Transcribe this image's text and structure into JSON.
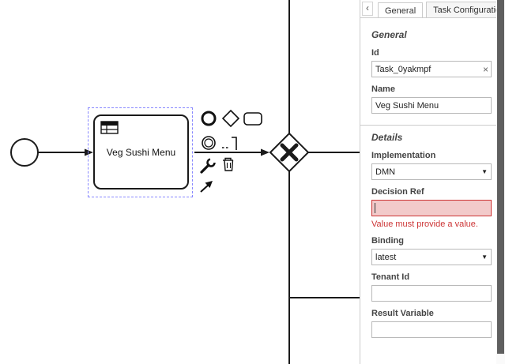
{
  "colors": {
    "selection": "#8888ff",
    "shape_stroke": "#1a1a1a",
    "error_bg": "#f2caca",
    "error_border": "#cc3333",
    "error_text": "#cc3334",
    "panel_border": "#cccccc"
  },
  "canvas": {
    "task": {
      "label": "Veg Sushi Menu"
    }
  },
  "panel": {
    "collapse_glyph": "‹",
    "tabs": [
      "General",
      "Task Configuration"
    ],
    "general": {
      "heading": "General",
      "id_label": "Id",
      "id_value": "Task_0yakmpf",
      "clear_glyph": "×",
      "name_label": "Name",
      "name_value": "Veg Sushi Menu"
    },
    "details": {
      "heading": "Details",
      "implementation_label": "Implementation",
      "implementation_value": "DMN",
      "select_caret_glyph": "▼",
      "decision_ref_label": "Decision Ref",
      "decision_ref_value": "",
      "decision_ref_error": "Value must provide a value.",
      "binding_label": "Binding",
      "binding_value": "latest",
      "tenant_label": "Tenant Id",
      "tenant_value": "",
      "result_label": "Result Variable",
      "result_value": ""
    }
  }
}
